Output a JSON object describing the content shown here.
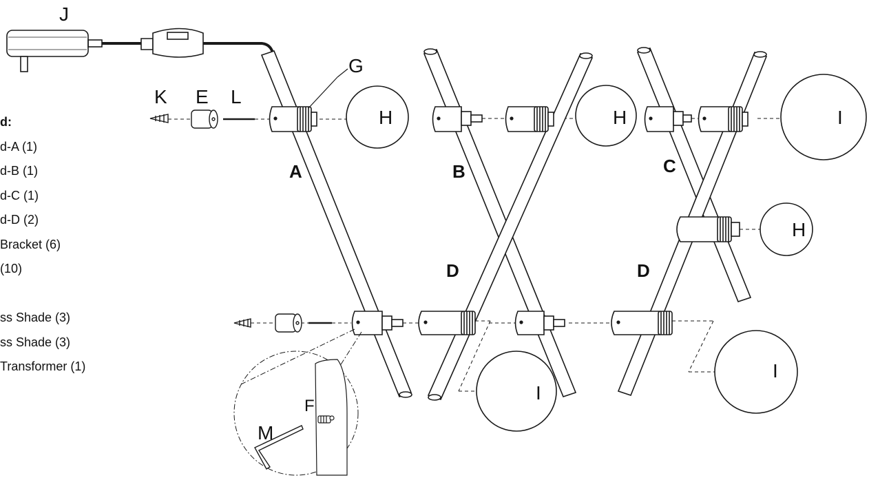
{
  "parts_list": {
    "heading": "d:",
    "items": [
      "d-A (1)",
      "d-B (1)",
      "d-C (1)",
      "d-D (2)",
      "Bracket (6)",
      "(10)",
      "",
      "ss Shade (3)",
      "ss Shade (3)",
      "Transformer (1)"
    ]
  },
  "labels": {
    "J": "J",
    "G": "G",
    "K": "K",
    "E": "E",
    "L": "L",
    "H1": "H",
    "H2": "H",
    "H3": "H",
    "I1": "I",
    "I2": "I",
    "I3": "I",
    "A": "A",
    "B": "B",
    "C": "C",
    "D1": "D",
    "D2": "D",
    "F": "F",
    "M": "M"
  },
  "colors": {
    "line": "#1a1a1a",
    "background": "#ffffff"
  }
}
